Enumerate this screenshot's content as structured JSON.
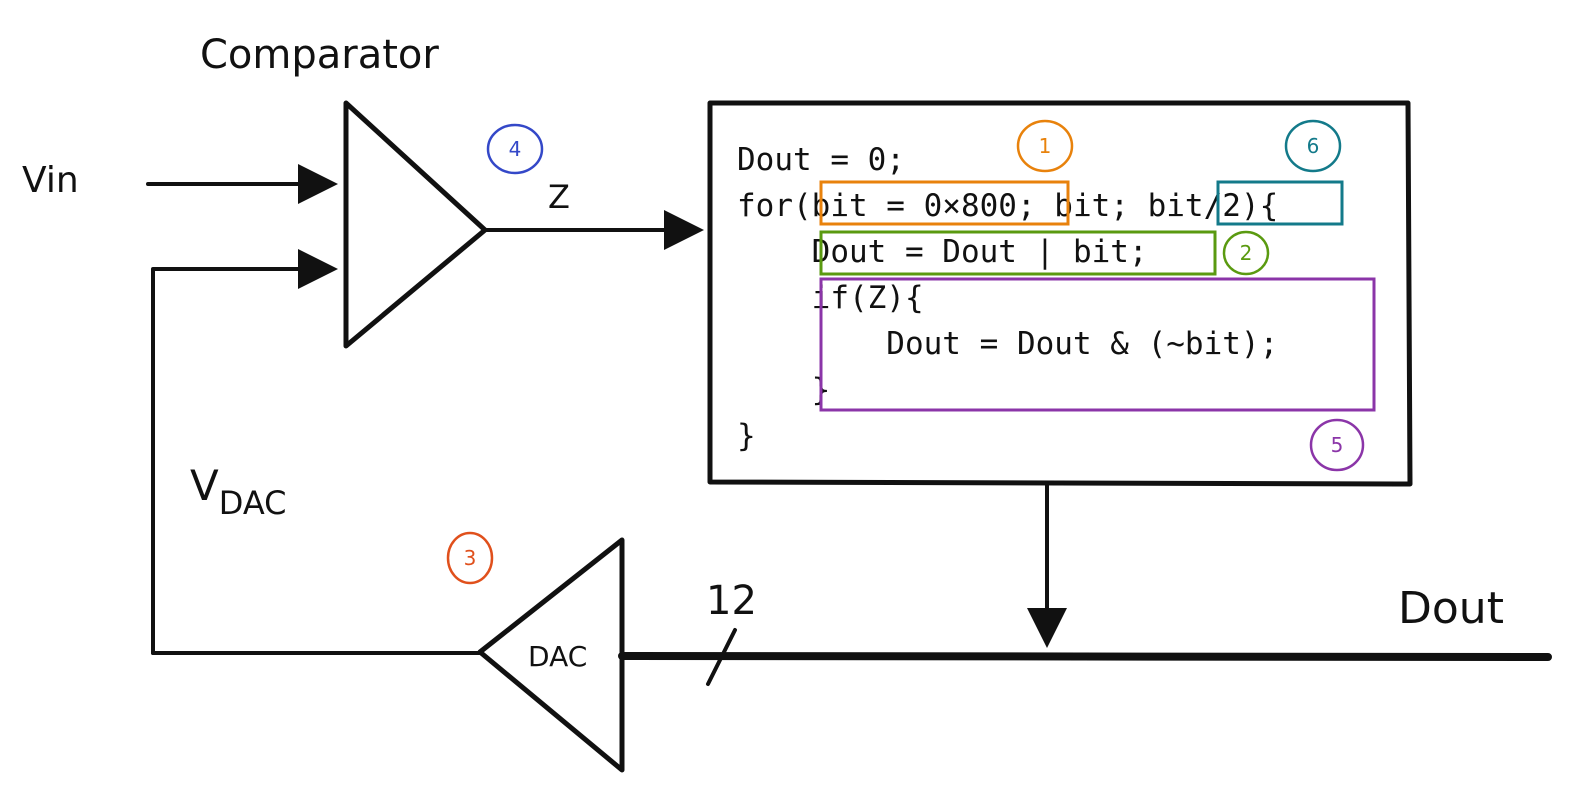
{
  "labels": {
    "comparator": "Comparator",
    "vin": "Vin",
    "z": "Z",
    "vdac_main": "V",
    "vdac_sub": "DAC",
    "dac": "DAC",
    "bus_width": "12",
    "dout": "Dout"
  },
  "code": {
    "lines": [
      "Dout = 0;",
      "for(bit = 0×800; bit; bit/2){",
      "    Dout = Dout | bit;",
      "    if(Z){",
      "        Dout = Dout & (~bit);",
      "    }",
      "}"
    ]
  },
  "annotations": [
    {
      "number": "1",
      "target": "bit = 0×800",
      "color": "#e8820c"
    },
    {
      "number": "2",
      "target": "Dout = Dout | bit;",
      "color": "#5a9a10"
    },
    {
      "number": "3",
      "target": "DAC",
      "color": "#e0501c"
    },
    {
      "number": "4",
      "target": "Comparator output Z",
      "color": "#3448c8"
    },
    {
      "number": "5",
      "target": "if(Z){ Dout = Dout & (~bit); }",
      "color": "#8b35a8"
    },
    {
      "number": "6",
      "target": "bit/2",
      "color": "#137a8a"
    }
  ]
}
